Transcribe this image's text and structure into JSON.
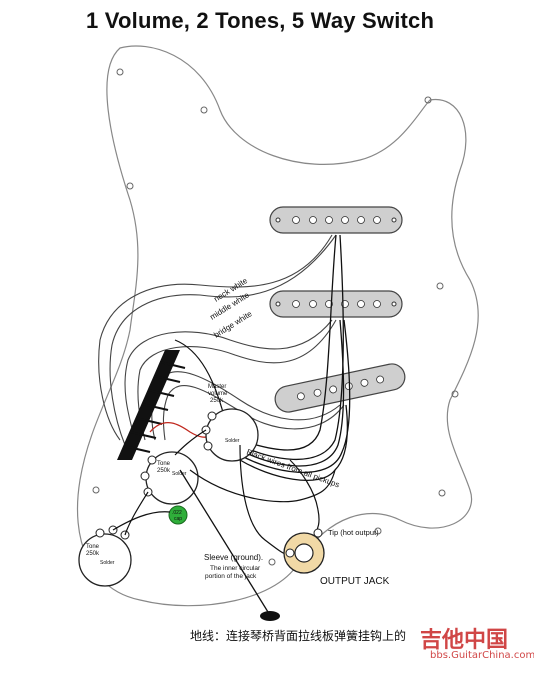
{
  "title": "1 Volume, 2 Tones, 5 Way Switch",
  "labels": {
    "neck_white": "neck white",
    "middle_white": "middle white",
    "bridge_white": "bridge white",
    "master_volume": "Master",
    "master_volume_2": "volume",
    "master_volume_3": "250k",
    "solder_1": "Solder",
    "solder_2": "Solder",
    "solder_3": "Solder",
    "tone_mid": "Tone",
    "tone_mid_2": "250k",
    "tone_low": "Tone",
    "tone_low_2": "250k",
    "cap": ".022",
    "cap_2": "cap",
    "black_wires": "Black wires from all pickups",
    "tip": "Tip (hot output)",
    "sleeve": "Sleeve (ground).",
    "sleeve_2": "The inner circular",
    "sleeve_3": "portion of the jack",
    "output_jack": "OUTPUT JACK"
  },
  "note": "地线：连接琴桥背面拉线板弹簧挂钩上的",
  "watermark": {
    "brand": "吉他中国",
    "url": "bbs.GuitarChina.com"
  },
  "colors": {
    "cap_green": "#2fae3a",
    "pickup_gray": "#cfcfcf",
    "wire_red": "#c0281e",
    "watermark_red": "#cc3333"
  }
}
